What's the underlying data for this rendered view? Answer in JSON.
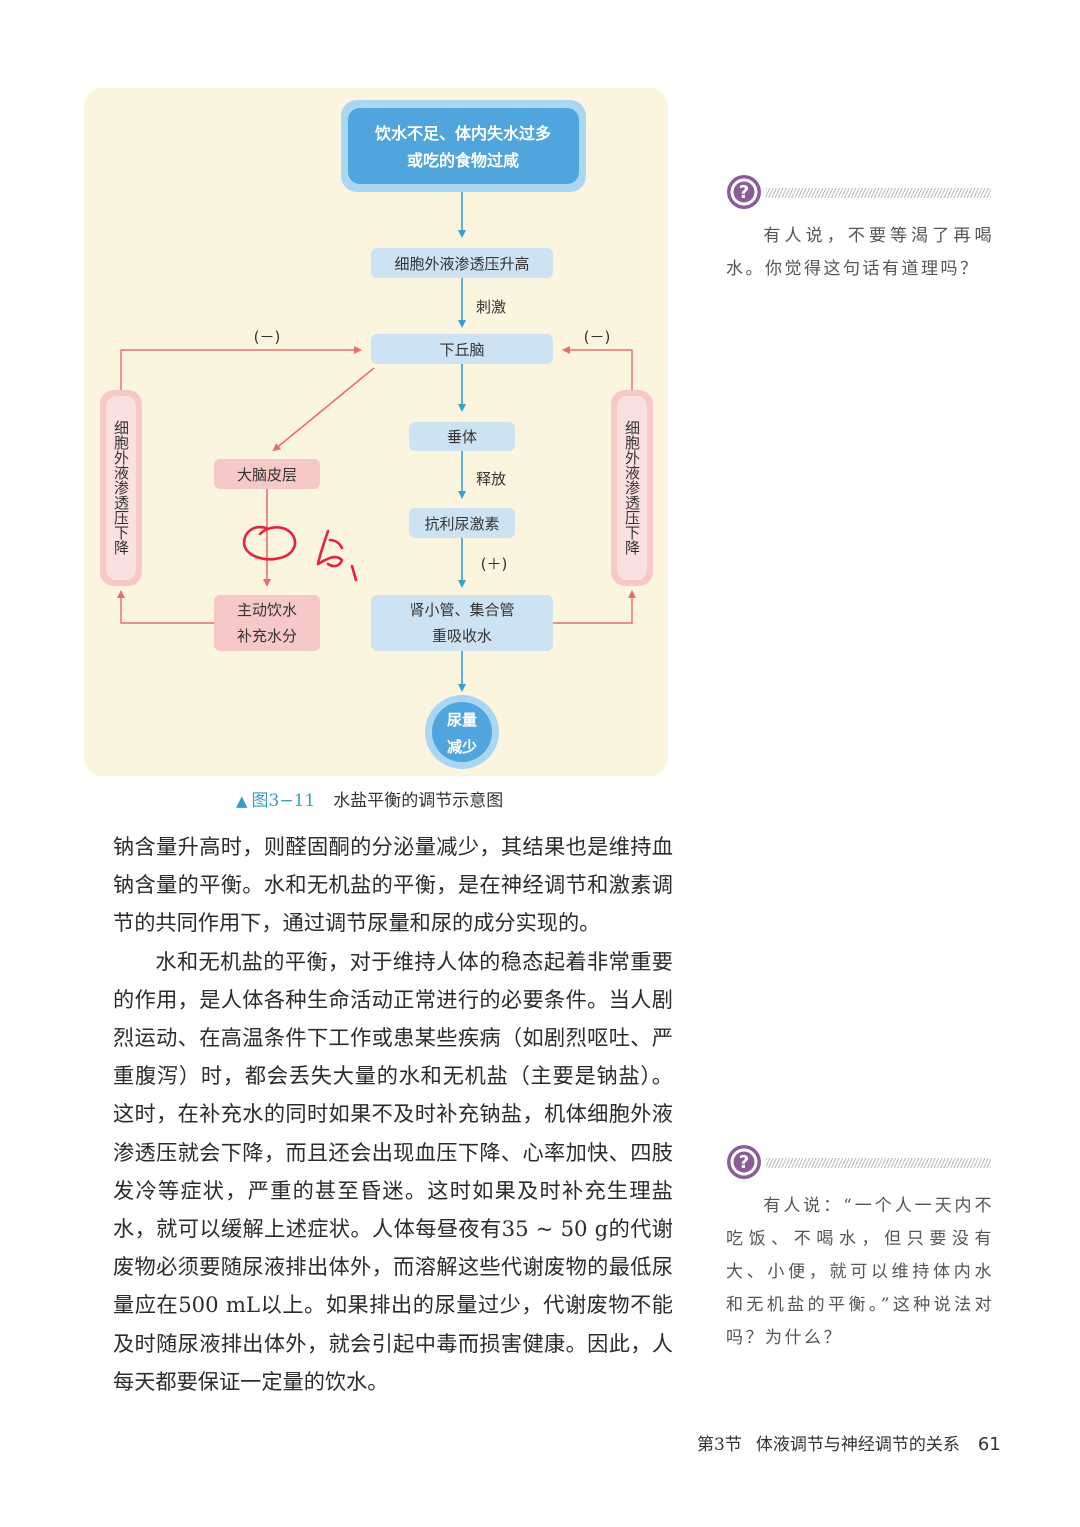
{
  "diagram": {
    "top_box": {
      "line1": "饮水不足、体内失水过多",
      "line2": "或吃的食物过咸"
    },
    "osmotic_rise": "细胞外液渗透压升高",
    "stimulate": "刺激",
    "hypothalamus": "下丘脑",
    "neg_left": "(－)",
    "neg_right": "(－)",
    "pituitary": "垂体",
    "release": "释放",
    "adh": "抗利尿激素",
    "positive": "(＋)",
    "cortex": "大脑皮层",
    "drink": {
      "line1": "主动饮水",
      "line2": "补充水分"
    },
    "kidney": {
      "line1": "肾小管、集合管",
      "line2": "重吸收水"
    },
    "urine": {
      "line1": "尿量",
      "line2": "减少"
    },
    "side_left": "细胞外液渗透压下降",
    "side_right": "细胞外液渗透压下降",
    "colors": {
      "blue_box": "#cde3f3",
      "pink_box": "#f7c8c8",
      "arrow_blue": "#3a9fd0",
      "arrow_red": "#e56f6f",
      "handwriting": "#e8203c",
      "panel": "#fbf4df"
    }
  },
  "caption": {
    "figure": "图3−11",
    "text": "水盐平衡的调节示意图"
  },
  "paragraphs": [
    "钠含量升高时，则醛固酮的分泌量减少，其结果也是维持血钠含量的平衡。水和无机盐的平衡，是在神经调节和激素调节的共同作用下，通过调节尿量和尿的成分实现的。",
    "水和无机盐的平衡，对于维持人体的稳态起着非常重要的作用，是人体各种生命活动正常进行的必要条件。当人剧烈运动、在高温条件下工作或患某些疾病（如剧烈呕吐、严重腹泻）时，都会丢失大量的水和无机盐（主要是钠盐）。这时，在补充水的同时如果不及时补充钠盐，机体细胞外液渗透压就会下降，而且还会出现血压下降、心率加快、四肢发冷等症状，严重的甚至昏迷。这时如果及时补充生理盐水，就可以缓解上述症状。人体每昼夜有35 ~ 50 g的代谢废物必须要随尿液排出体外，而溶解这些代谢废物的最低尿量应在500 mL以上。如果排出的尿量过少，代谢废物不能及时随尿液排出体外，就会引起中毒而损害健康。因此，人每天都要保证一定量的饮水。"
  ],
  "notes": [
    {
      "text": "有人说，不要等渴了再喝水。你觉得这句话有道理吗？"
    },
    {
      "text": "有人说：“一个人一天内不吃饭、不喝水，但只要没有大、小便，就可以维持体内水和无机盐的平衡。”这种说法对吗？为什么？"
    }
  ],
  "footer": {
    "section": "第3节",
    "title": "体液调节与神经调节的关系",
    "page": "61"
  }
}
